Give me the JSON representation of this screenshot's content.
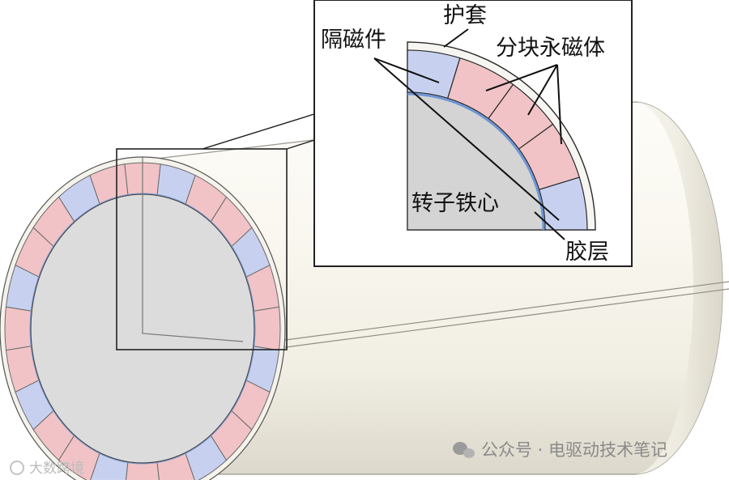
{
  "labels": {
    "sleeve": "护套",
    "magnetic_barrier": "隔磁件",
    "segmented_magnet": "分块永磁体",
    "rotor_core": "转子铁心",
    "adhesive_layer": "胶层"
  },
  "watermarks": {
    "wechat": "公众号 · 电驱动技术笔记",
    "secondary": "大数跨境"
  },
  "ring": {
    "segment_sequence": [
      "pink",
      "pink",
      "blue",
      "pink",
      "pink",
      "blue"
    ],
    "segments_total": 24
  },
  "colors": {
    "magnet": "#f1c3c6",
    "barrier": "#c7d1ef",
    "core": "#d4d4d4",
    "adhesive": "#6e96d6",
    "outline": "#2a2a2a",
    "cylinder_light": "#fbf9f2",
    "cylinder_shadow": "#dedace",
    "background": "#ffffff"
  }
}
